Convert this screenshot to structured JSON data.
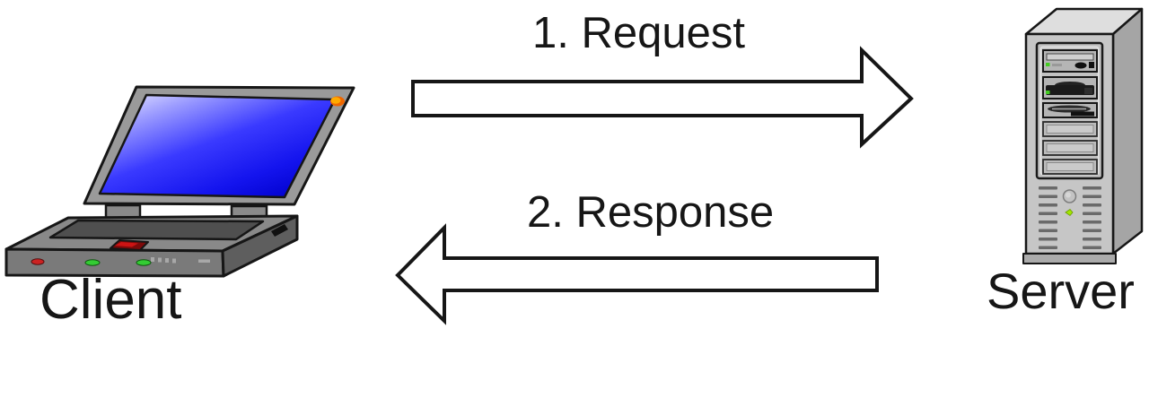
{
  "diagram": {
    "title": "Client-Server request/response diagram",
    "client": {
      "label": "Client",
      "device": "laptop"
    },
    "server": {
      "label": "Server",
      "device": "tower"
    },
    "request": {
      "label": "1. Request",
      "direction": "right",
      "from": "Client",
      "to": "Server"
    },
    "response": {
      "label": "2. Response",
      "direction": "left",
      "from": "Server",
      "to": "Client"
    },
    "colors": {
      "background": "#ffffff",
      "outline": "#161616",
      "arrow_fill": "#ffffff",
      "text": "#161616",
      "laptop_screen_blue": "#2222ee",
      "laptop_body_gray": "#898989",
      "laptop_power_led_orange": "#ff8800",
      "laptop_led_green": "#33cc33",
      "laptop_led_red": "#cc2222",
      "laptop_button_red": "#991111",
      "server_body_gray": "#c6c6c6",
      "server_led_green": "#a2e600"
    }
  }
}
